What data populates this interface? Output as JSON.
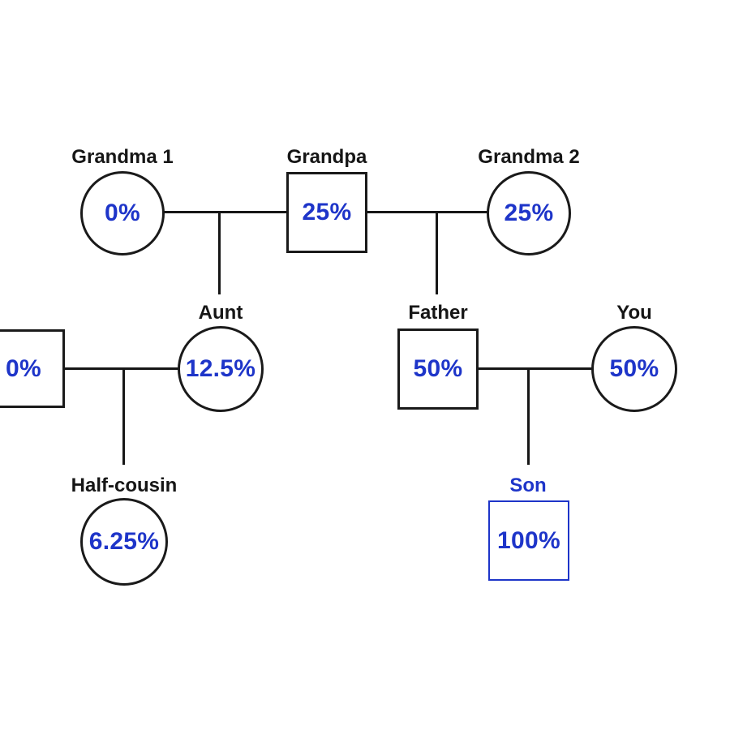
{
  "diagram": {
    "type": "family-pedigree",
    "colors": {
      "accent": "#1e35c9",
      "line": "#1a1a1a",
      "background": "#ffffff"
    },
    "nodes": [
      {
        "id": "grandma1",
        "label": "Grandma 1",
        "value": "0%",
        "shape": "circle",
        "highlighted": false
      },
      {
        "id": "grandpa",
        "label": "Grandpa",
        "value": "25%",
        "shape": "square",
        "highlighted": false
      },
      {
        "id": "grandma2",
        "label": "Grandma 2",
        "value": "25%",
        "shape": "circle",
        "highlighted": false
      },
      {
        "id": "partner",
        "label": "",
        "value": "0%",
        "shape": "square",
        "highlighted": false
      },
      {
        "id": "aunt",
        "label": "Aunt",
        "value": "12.5%",
        "shape": "circle",
        "highlighted": false
      },
      {
        "id": "father",
        "label": "Father",
        "value": "50%",
        "shape": "square",
        "highlighted": false
      },
      {
        "id": "you",
        "label": "You",
        "value": "50%",
        "shape": "circle",
        "highlighted": false
      },
      {
        "id": "halfcousin",
        "label": "Half-cousin",
        "value": "6.25%",
        "shape": "circle",
        "highlighted": false
      },
      {
        "id": "son",
        "label": "Son",
        "value": "100%",
        "shape": "square",
        "highlighted": true
      }
    ],
    "edges": [
      {
        "from": "grandma1",
        "to": "grandpa",
        "type": "partner"
      },
      {
        "from": "grandpa",
        "to": "grandma2",
        "type": "partner"
      },
      {
        "from": "grandma1-grandpa",
        "to": "aunt",
        "type": "child"
      },
      {
        "from": "grandpa-grandma2",
        "to": "father",
        "type": "child"
      },
      {
        "from": "partner",
        "to": "aunt",
        "type": "partner"
      },
      {
        "from": "father",
        "to": "you",
        "type": "partner"
      },
      {
        "from": "partner-aunt",
        "to": "halfcousin",
        "type": "child"
      },
      {
        "from": "father-you",
        "to": "son",
        "type": "child"
      }
    ]
  }
}
